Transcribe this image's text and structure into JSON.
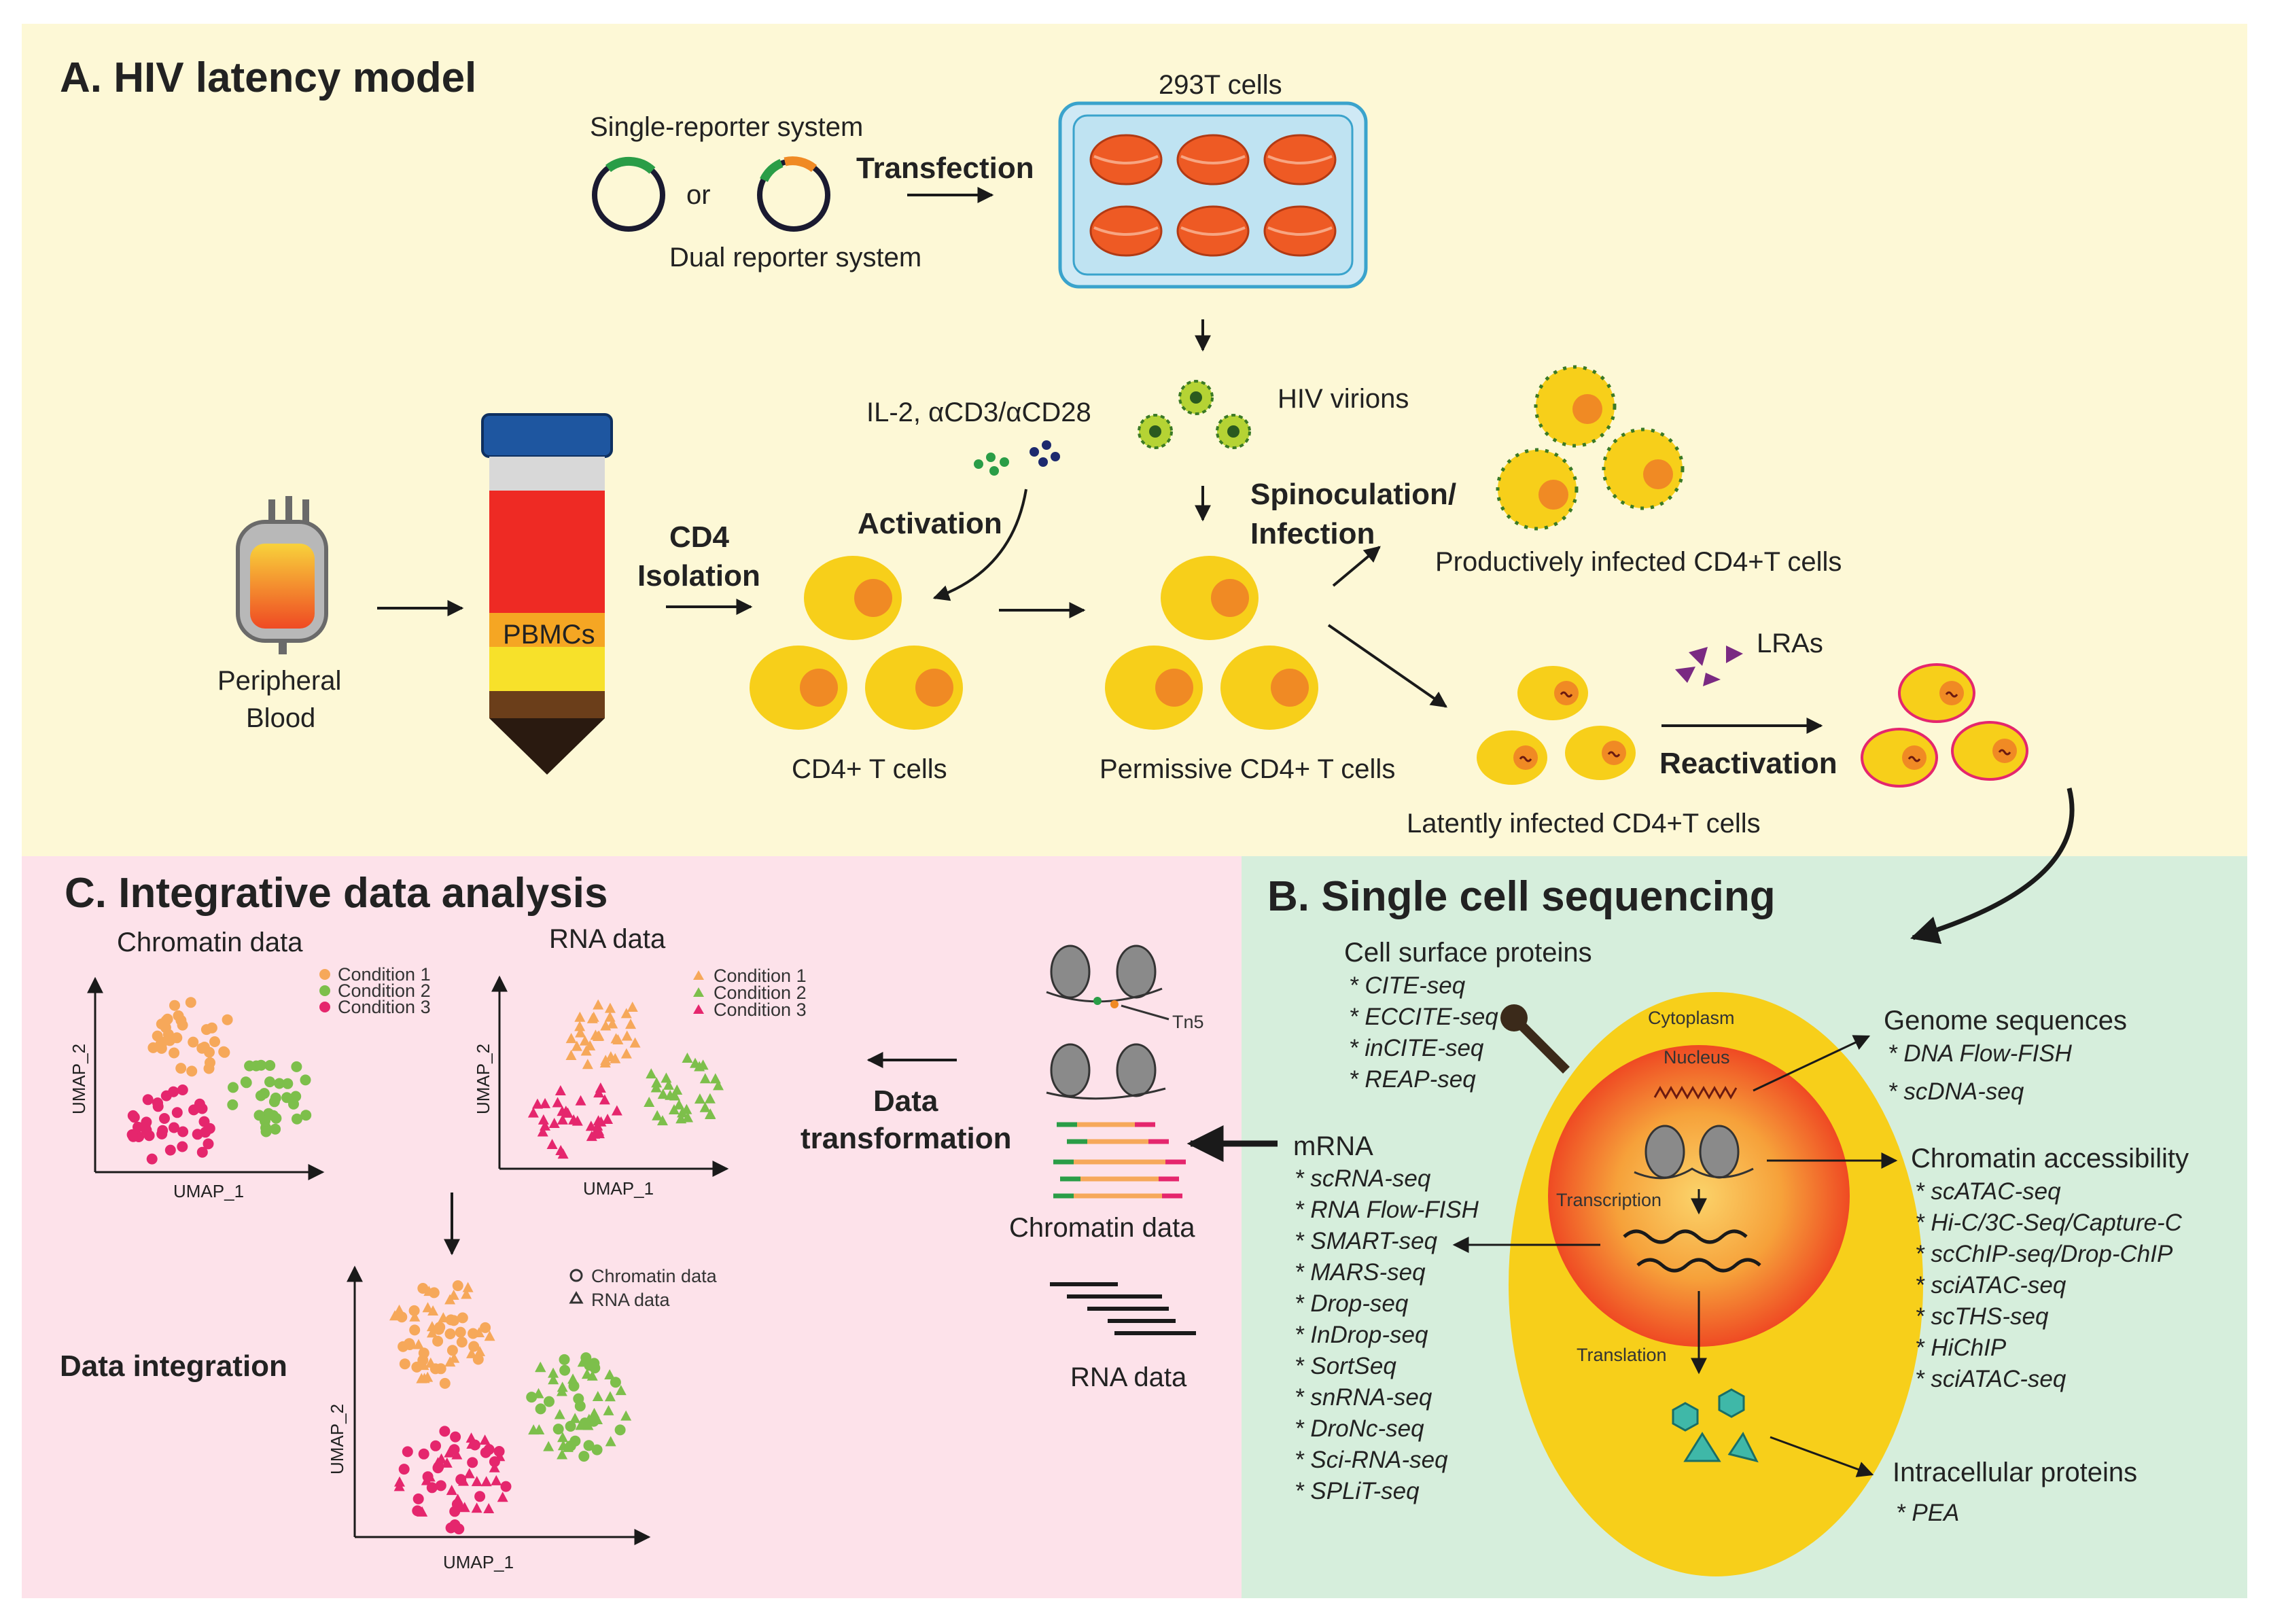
{
  "panels": {
    "a_title": "A. HIV latency model",
    "b_title": "B. Single cell sequencing",
    "c_title": "C. Integrative data analysis"
  },
  "panel_a": {
    "single_reporter": "Single-reporter system",
    "or": "or",
    "dual_reporter": "Dual reporter system",
    "transfection": "Transfection",
    "cells_293t": "293T cells",
    "hiv_virions": "HIV virions",
    "il2": "IL-2, αCD3/αCD28",
    "activation": "Activation",
    "spinoculation_1": "Spinoculation/",
    "spinoculation_2": "Infection",
    "productively": "Productively infected CD4+T cells",
    "cd4_1": "CD4",
    "cd4_2": "Isolation",
    "pbmcs": "PBMCs",
    "peripheral_1": "Peripheral",
    "peripheral_2": "Blood",
    "cd4_tcells": "CD4+ T cells",
    "permissive": "Permissive CD4+ T cells",
    "lras": "LRAs",
    "reactivation": "Reactivation",
    "latently": "Latently infected CD4+T cells"
  },
  "panel_b": {
    "surface_title": "Cell surface proteins",
    "surface_items": [
      "* CITE-seq",
      "* ECCITE-seq",
      "* inCITE-seq",
      "* REAP-seq"
    ],
    "cytoplasm": "Cytoplasm",
    "nucleus": "Nucleus",
    "transcription": "Transcription",
    "translation": "Translation",
    "genome_title": "Genome sequences",
    "genome_items": [
      "* DNA Flow-FISH",
      "* scDNA-seq"
    ],
    "chromatin_title": "Chromatin accessibility",
    "chromatin_items": [
      "* scATAC-seq",
      "* Hi-C/3C-Seq/Capture-C",
      "* scChIP-seq/Drop-ChIP",
      "* sciATAC-seq",
      "* scTHS-seq",
      "* HiChIP",
      "* sciATAC-seq"
    ],
    "mrna_title": "mRNA",
    "mrna_items": [
      "* scRNA-seq",
      "* RNA Flow-FISH",
      "* SMART-seq",
      "* MARS-seq",
      "* Drop-seq",
      "* InDrop-seq",
      "* SortSeq",
      "* snRNA-seq",
      "* DroNc-seq",
      "* Sci-RNA-seq",
      "* SPLiT-seq"
    ],
    "intracellular_title": "Intracellular proteins",
    "intracellular_items": [
      "* PEA"
    ]
  },
  "panel_c": {
    "chromatin_data": "Chromatin data",
    "rna_data": "RNA data",
    "conditions": [
      "Condition 1",
      "Condition 2",
      "Condition 3"
    ],
    "umap1": "UMAP_1",
    "umap2": "UMAP_2",
    "data_transformation_1": "Data",
    "data_transformation_2": "transformation",
    "tn5": "Tn5",
    "chromatin_data_label": "Chromatin data",
    "rna_data_label": "RNA data",
    "data_integration": "Data integration",
    "legend_chromatin": "Chromatin data",
    "legend_rna": "RNA data"
  },
  "colors": {
    "panel_a_bg": "#fdf8d6",
    "panel_b_bg": "#d6eedc",
    "panel_c_bg": "#fde2ea",
    "cell_yellow": "#f7cf1a",
    "nucleus_orange": "#f08a24",
    "condition1": "#f6a85a",
    "condition2": "#7dbf4b",
    "condition3": "#e5266d"
  }
}
